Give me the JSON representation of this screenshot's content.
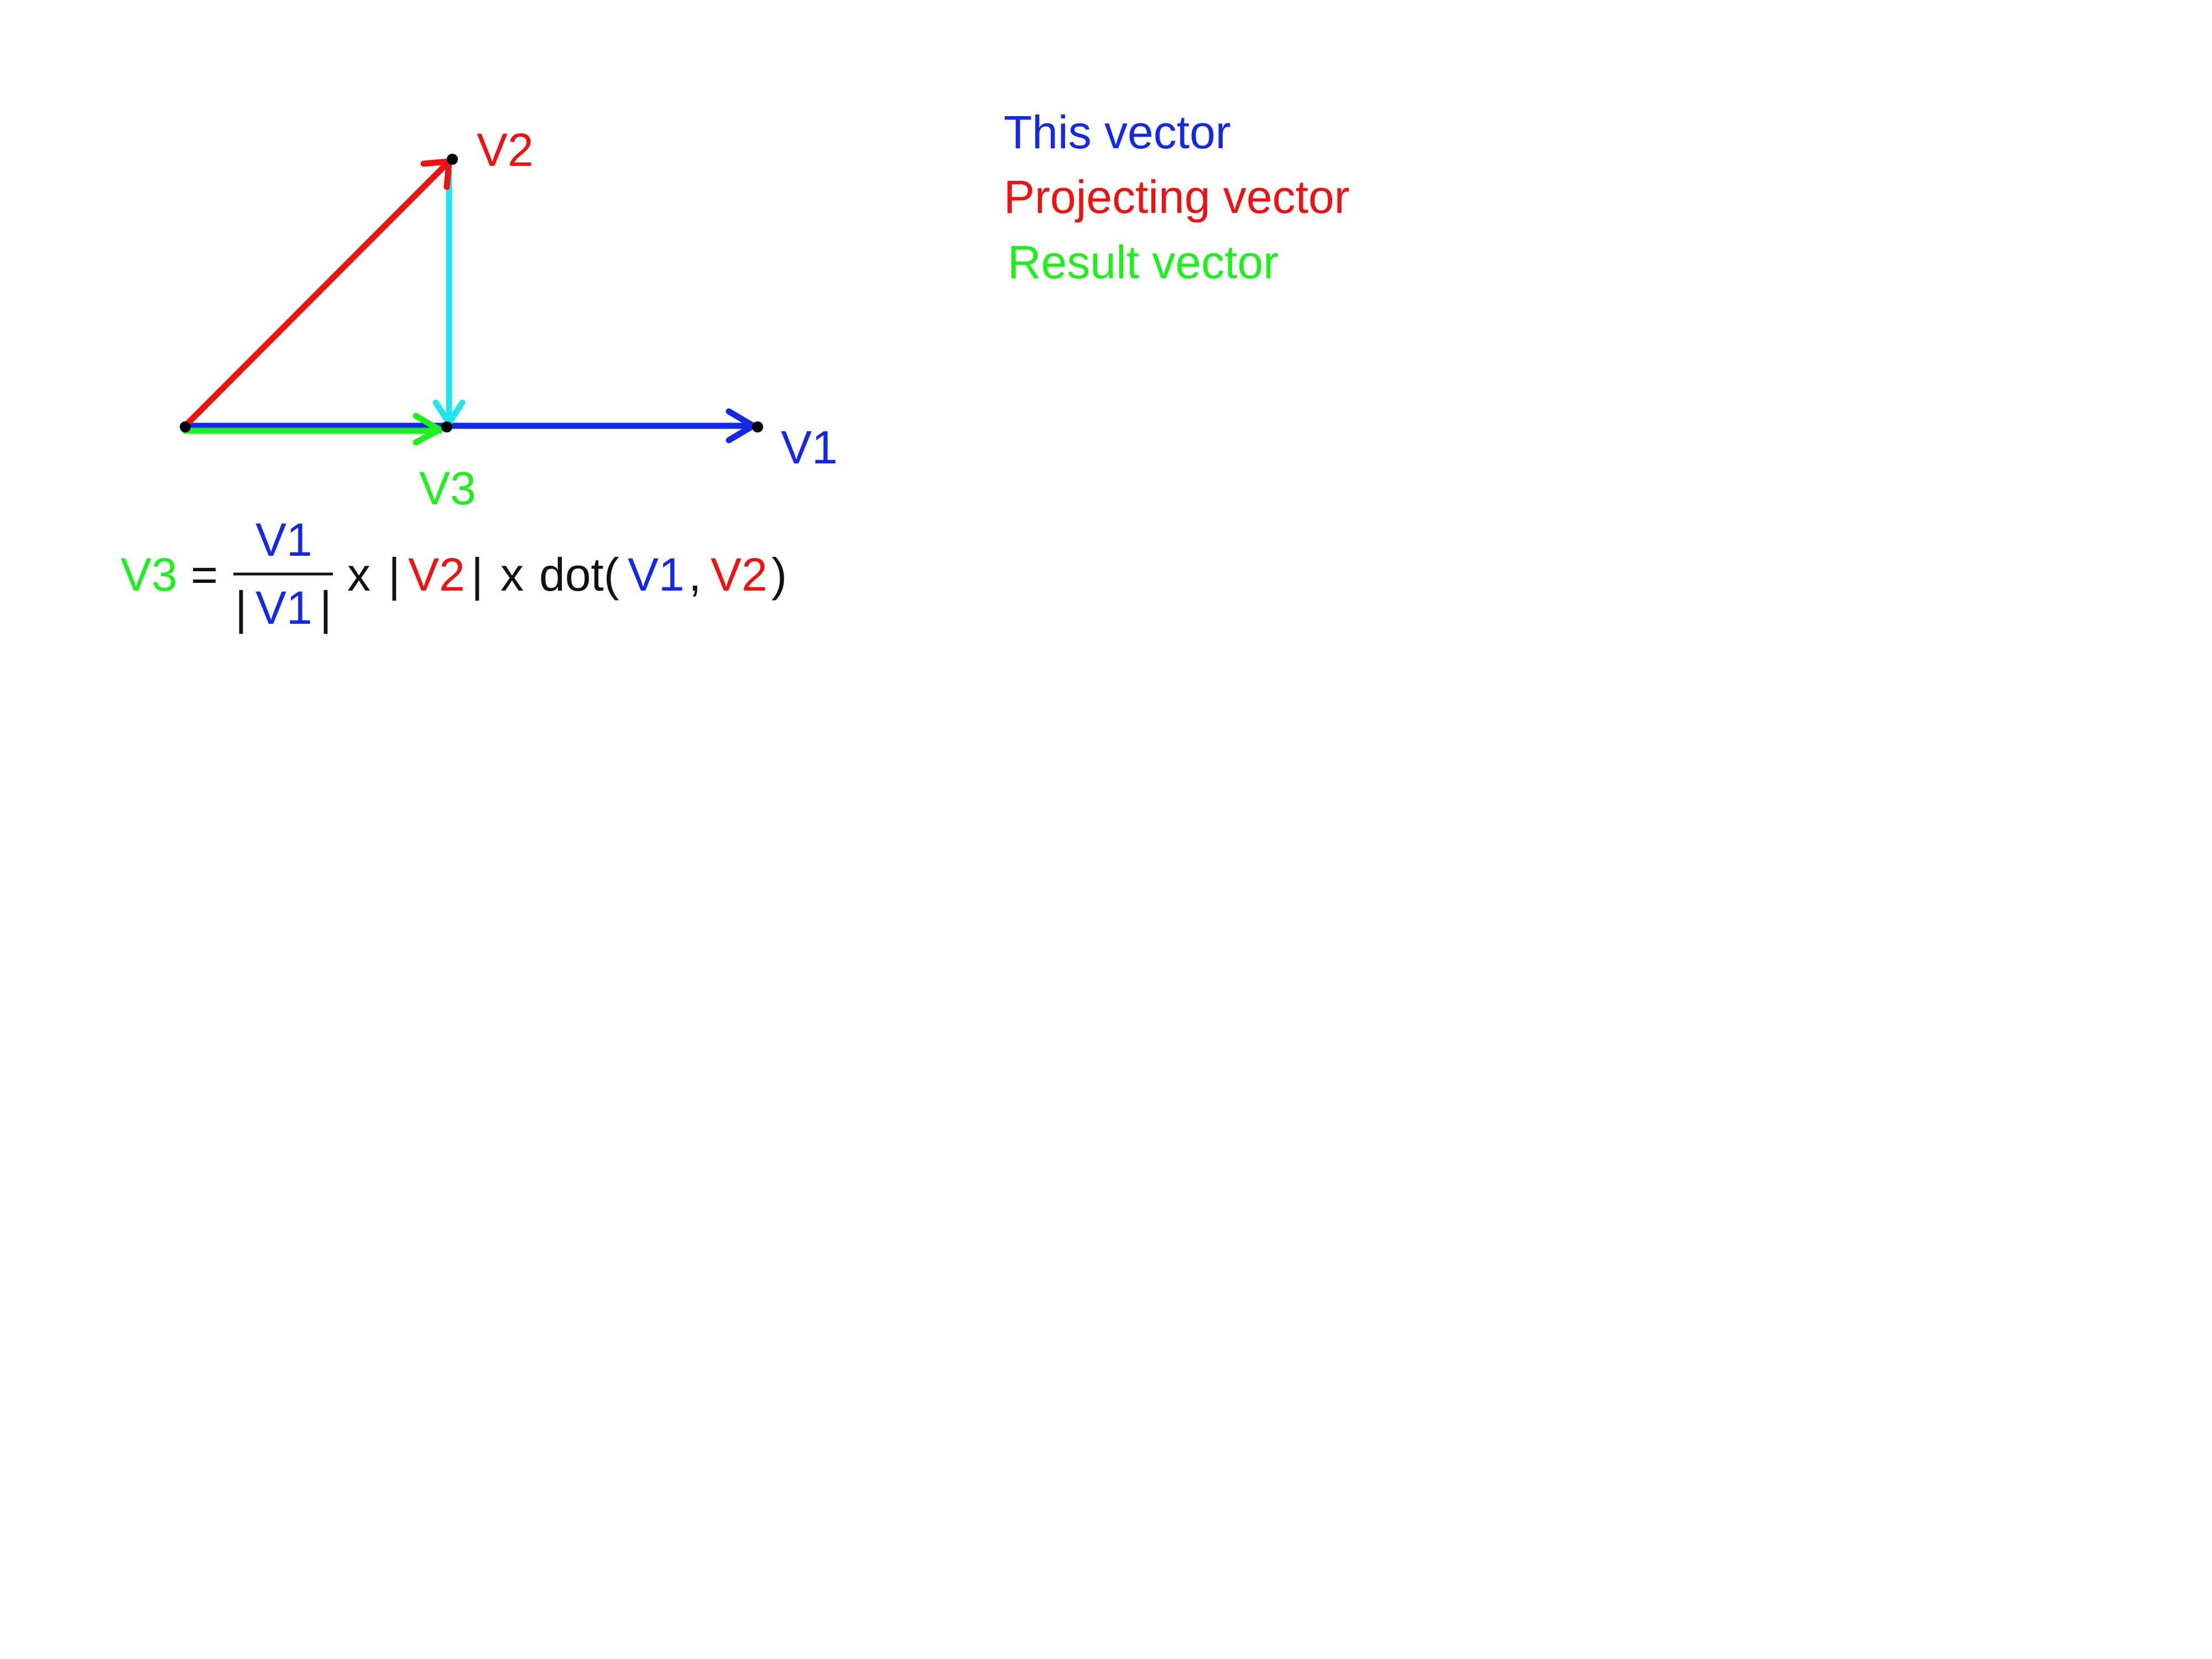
{
  "colors": {
    "this": "#1428e6",
    "projecting": "#ee1212",
    "result": "#1ef01e",
    "drop": "#1ee6ee",
    "text": "#111111",
    "point": "#000000"
  },
  "labels": {
    "v1": "V1",
    "v2": "V2",
    "v3": "V3"
  },
  "legend": {
    "this_vector": "This vector",
    "projecting_vector": "Projecting vector",
    "result_vector": "Result vector"
  },
  "formula": {
    "lhs": "V3",
    "equals": "=",
    "numerator": "V1",
    "denominator_open": "|",
    "denominator": "V1",
    "denominator_close": "|",
    "times1": "x",
    "abs_open": "|",
    "abs_v": "V2",
    "abs_close": "|",
    "times2": "x",
    "dot": "dot(",
    "dot_a": "V1",
    "comma": ",",
    "dot_b": "V2",
    "close": ")"
  }
}
